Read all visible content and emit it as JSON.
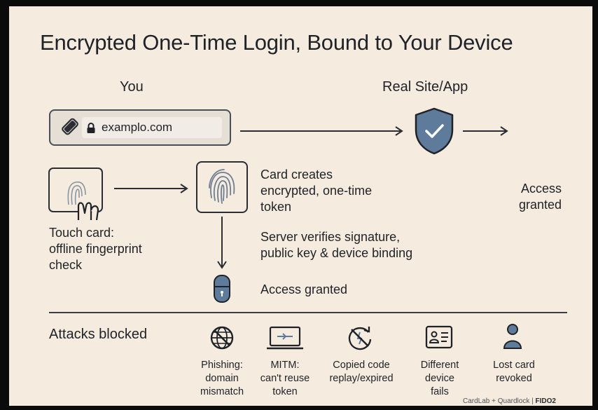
{
  "title": "Encrypted One-Time Login, Bound to Your Device",
  "columns": {
    "left": "You",
    "right": "Real Site/App"
  },
  "url_bar": {
    "domain": "examplo.com"
  },
  "steps": {
    "touch_card": "Touch card:\noffline fingerprint\ncheck",
    "card_creates": "Card creates\nencrypted, one-time\ntoken",
    "server_verifies": "Server verifies signature,\npublic key & device binding",
    "access_granted_bottom": "Access granted",
    "access_granted_right": "Access\ngranted"
  },
  "attacks": {
    "heading": "Attacks blocked",
    "items": [
      {
        "label": "Phishing:\ndomain\nmismatch",
        "icon": "globe-crossed-icon"
      },
      {
        "label": "MITM:\ncan't reuse\ntoken",
        "icon": "laptop-arrow-icon"
      },
      {
        "label": "Copied code\nreplay/expired",
        "icon": "replay-crossed-icon"
      },
      {
        "label": "Different\ndevice\nfails",
        "icon": "id-card-icon"
      },
      {
        "label": "Lost card\nrevoked",
        "icon": "person-icon"
      }
    ]
  },
  "footer": {
    "brand": "CardLab + Quardlock |",
    "standard": "FIDO2"
  },
  "colors": {
    "background": "#f5ebdf",
    "ink": "#1f2227",
    "shield": "#5f7b9c"
  }
}
